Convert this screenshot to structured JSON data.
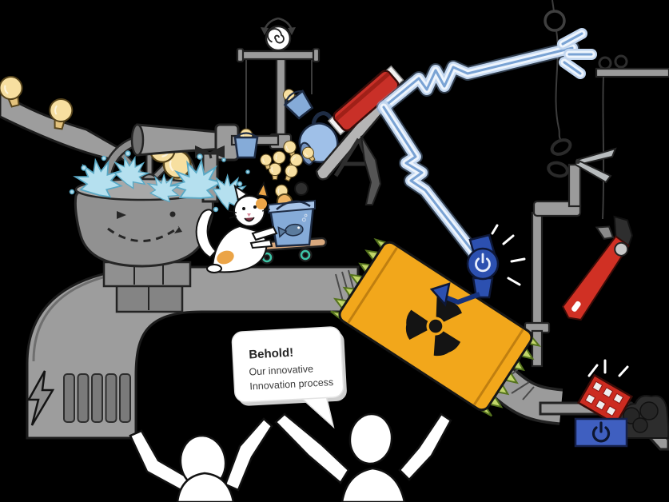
{
  "scene": {
    "type": "cartoon-illustration",
    "description": "Rube Goldberg style contraption labelled as an innovation process",
    "speech_bubble": {
      "line1": "Behold!",
      "line2": "Our innovative",
      "line3": "Innovation process"
    },
    "audience_count": 2
  },
  "icons": {
    "radiation_icon": "☢",
    "power_icon": "⏻",
    "lightning_bolt_icon": "⚡",
    "scissors_icon": "✂",
    "spiral_icon": "🌀",
    "fish_icon": "🐟",
    "light_bulb_icon": "💡"
  },
  "colors": {
    "background": "#000000",
    "pipe_gray": "#9b9b9b",
    "pipe_dark": "#232323",
    "bulb_yellow": "#f7dfa0",
    "bulb_amber": "#f0b564",
    "water_blue": "#b5e0ef",
    "water_stroke": "#58a8c5",
    "bucket_blue": "#85abd8",
    "teal_wheel": "#3ec6a8",
    "barrel_orange": "#f2a71b",
    "gasket_green": "#c2d669",
    "book_red": "#c93028",
    "wrench_red": "#d03024",
    "arm_glow": "#c3d7f0",
    "arm_core": "#7aa3d4",
    "device_blue": "#2c50b0",
    "box_blue": "#3f5fc0",
    "cat_patch": "#eba447",
    "deck_tan": "#d9a97e",
    "coal_dark": "#2d2d2d"
  }
}
